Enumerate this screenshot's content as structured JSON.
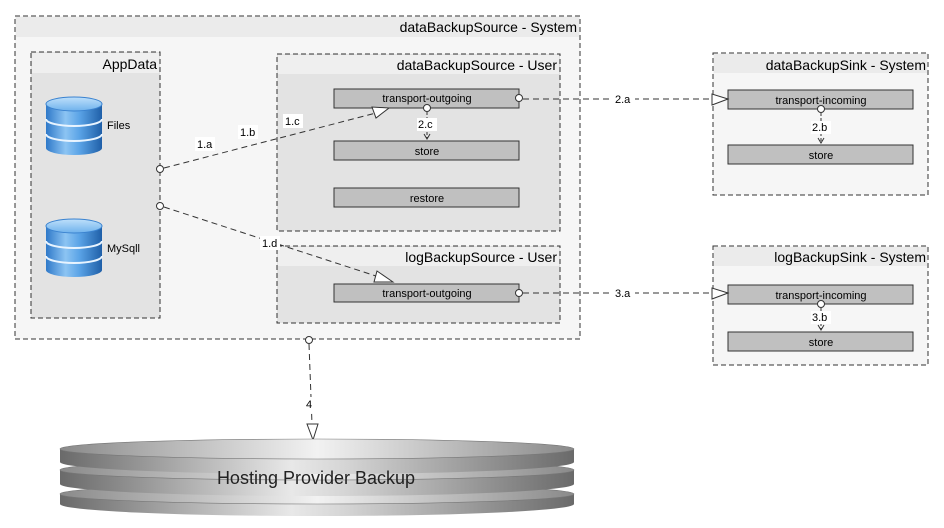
{
  "containers": {
    "data_backup_source_system": "dataBackupSource - System",
    "app_data": "AppData",
    "data_backup_source_user": "dataBackupSource - User",
    "log_backup_source_user": "logBackupSource - User",
    "data_backup_sink_system": "dataBackupSink - System",
    "log_backup_sink_system": "logBackupSink - System"
  },
  "databases": {
    "files": "Files",
    "mysql": "MySqll"
  },
  "components": {
    "source_transport_outgoing": "transport-outgoing",
    "source_store": "store",
    "source_restore": "restore",
    "log_transport_outgoing": "transport-outgoing",
    "data_sink_transport_incoming": "transport-incoming",
    "data_sink_store": "store",
    "log_sink_transport_incoming": "transport-incoming",
    "log_sink_store": "store"
  },
  "edges": {
    "e1a": "1.a",
    "e1b": "1.b",
    "e1c": "1.c",
    "e1d": "1.d",
    "e2a": "2.a",
    "e2b": "2.b",
    "e2c": "2.c",
    "e3a": "3.a",
    "e3b": "3.b",
    "e4": "4"
  },
  "storage": {
    "hosting_provider_backup": "Hosting Provider Backup"
  }
}
